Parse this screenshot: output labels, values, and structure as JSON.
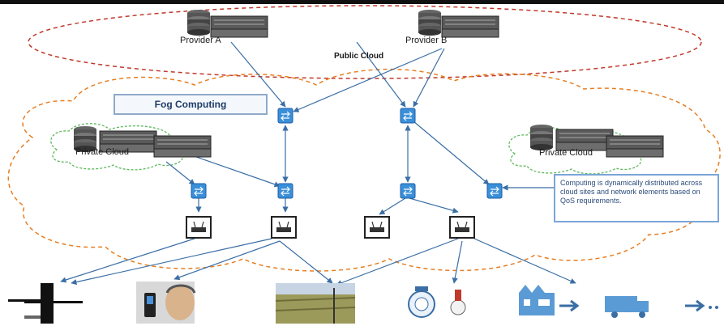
{
  "public_cloud": {
    "label": "Public Cloud"
  },
  "providers": [
    {
      "label": "Provider A"
    },
    {
      "label": "Provider B"
    }
  ],
  "fog": {
    "title": "Fog Computing"
  },
  "private_clouds": [
    {
      "label": "Private Cloud"
    },
    {
      "label": "Private Cloud"
    }
  ],
  "note": "Computing is dynamically distributed across cloud sites and network elements based on QoS requirements.",
  "colors": {
    "public_cloud_border": "#c0392b",
    "fog_border": "#e67e22",
    "private_cloud_border": "#5cb85c",
    "arrow": "#3a6ea5",
    "router": "#3a8fd9"
  },
  "devices": [
    {
      "icon": "smart-grid-icon"
    },
    {
      "icon": "wearable-sensor-icon"
    },
    {
      "icon": "agriculture-field-icon"
    },
    {
      "icon": "smart-meter-icon"
    },
    {
      "icon": "factory-logistics-icon"
    }
  ]
}
